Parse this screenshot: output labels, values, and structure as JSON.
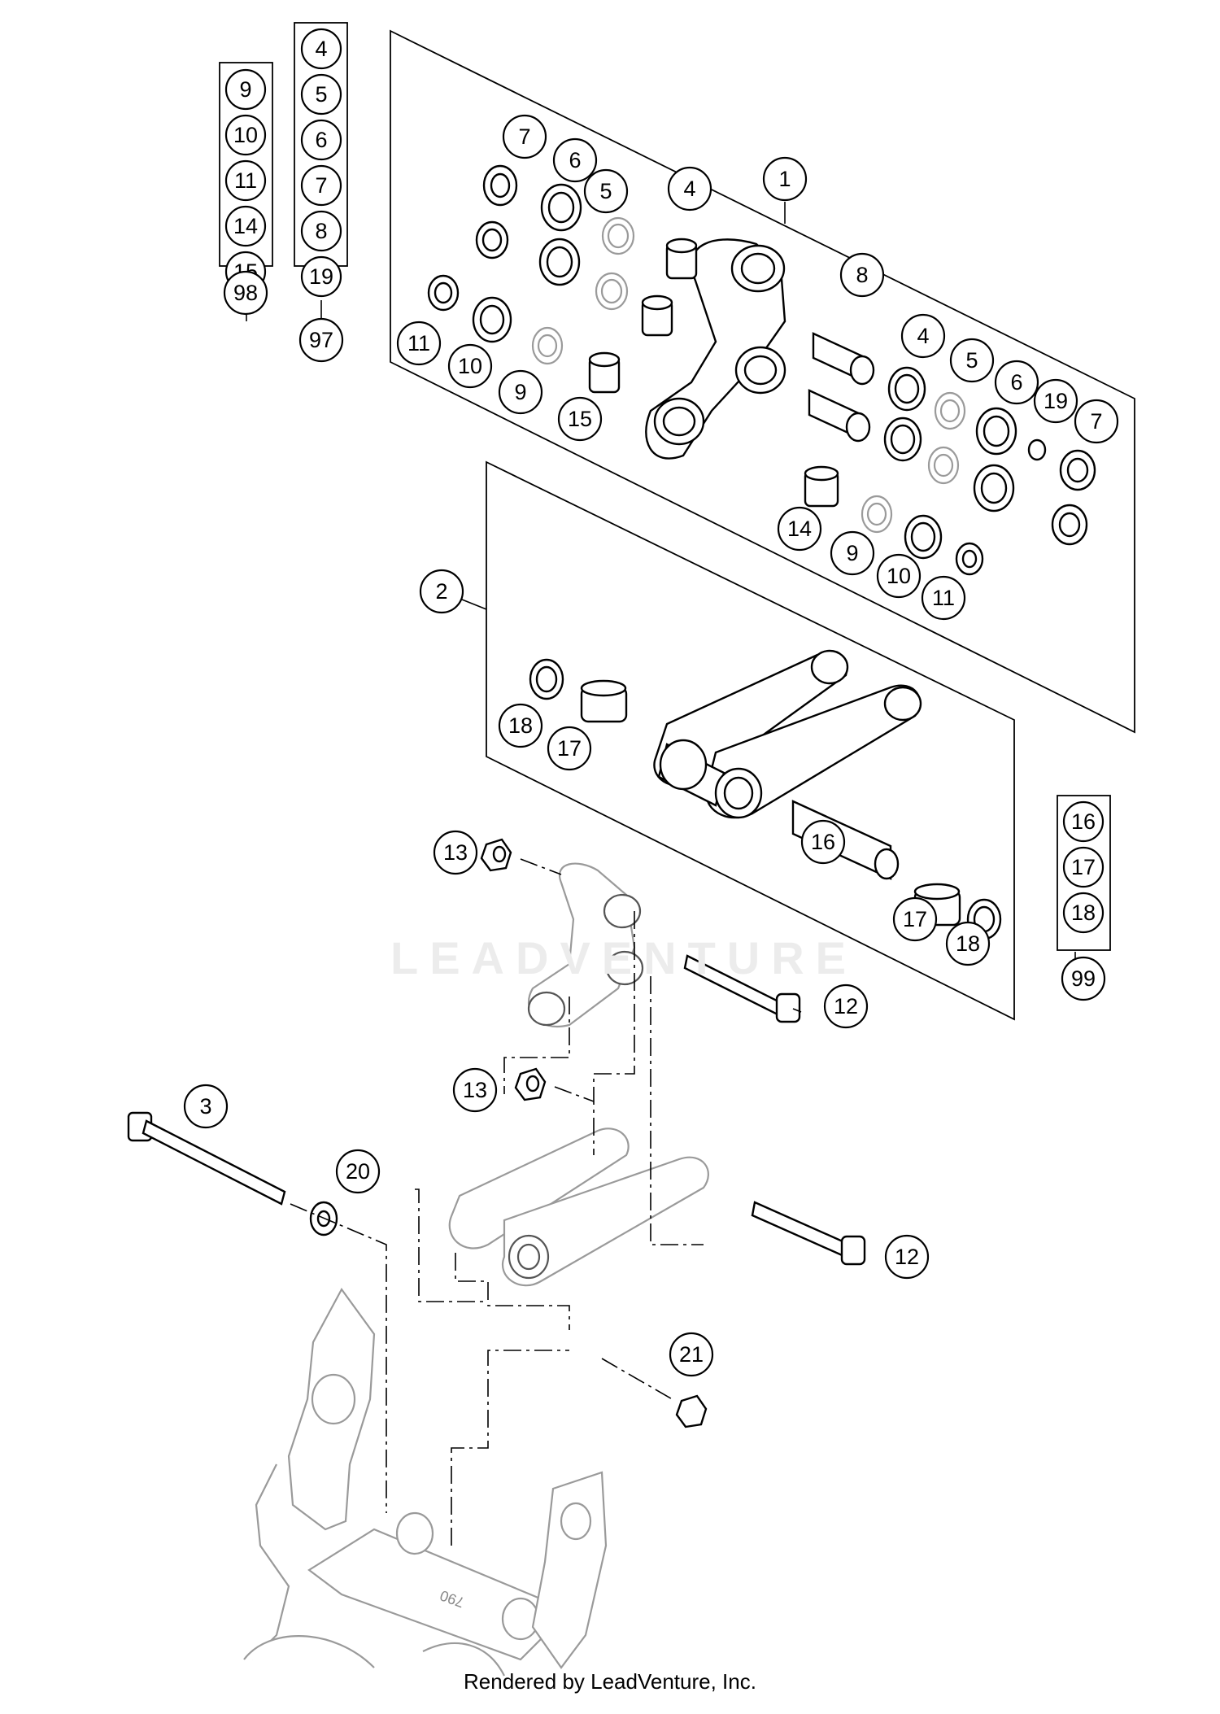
{
  "diagram": {
    "part_callouts": [
      {
        "id": "c1",
        "label": "1"
      },
      {
        "id": "c2",
        "label": "2"
      },
      {
        "id": "c3",
        "label": "3"
      },
      {
        "id": "c4a",
        "label": "4"
      },
      {
        "id": "c4b",
        "label": "4"
      },
      {
        "id": "c5a",
        "label": "5"
      },
      {
        "id": "c5b",
        "label": "5"
      },
      {
        "id": "c6a",
        "label": "6"
      },
      {
        "id": "c6b",
        "label": "6"
      },
      {
        "id": "c7a",
        "label": "7"
      },
      {
        "id": "c7b",
        "label": "7"
      },
      {
        "id": "c8",
        "label": "8"
      },
      {
        "id": "c9a",
        "label": "9"
      },
      {
        "id": "c9b",
        "label": "9"
      },
      {
        "id": "c10a",
        "label": "10"
      },
      {
        "id": "c10b",
        "label": "10"
      },
      {
        "id": "c11a",
        "label": "11"
      },
      {
        "id": "c11b",
        "label": "11"
      },
      {
        "id": "c12a",
        "label": "12"
      },
      {
        "id": "c12b",
        "label": "12"
      },
      {
        "id": "c13a",
        "label": "13"
      },
      {
        "id": "c13b",
        "label": "13"
      },
      {
        "id": "c14",
        "label": "14"
      },
      {
        "id": "c15",
        "label": "15"
      },
      {
        "id": "c16",
        "label": "16"
      },
      {
        "id": "c17a",
        "label": "17"
      },
      {
        "id": "c17b",
        "label": "17"
      },
      {
        "id": "c18a",
        "label": "18"
      },
      {
        "id": "c18b",
        "label": "18"
      },
      {
        "id": "c19",
        "label": "19"
      },
      {
        "id": "c20",
        "label": "20"
      },
      {
        "id": "c21",
        "label": "21"
      }
    ],
    "kits": [
      {
        "id": "kit98",
        "label": "98",
        "items": [
          "9",
          "10",
          "11",
          "14",
          "15"
        ]
      },
      {
        "id": "kit97",
        "label": "97",
        "items": [
          "4",
          "5",
          "6",
          "7",
          "8",
          "19"
        ]
      },
      {
        "id": "kit99",
        "label": "99",
        "items": [
          "16",
          "17",
          "18"
        ]
      }
    ],
    "frame_marking": "790"
  },
  "watermark": "LEADVENTURE",
  "footer": "Rendered by LeadVenture, Inc."
}
